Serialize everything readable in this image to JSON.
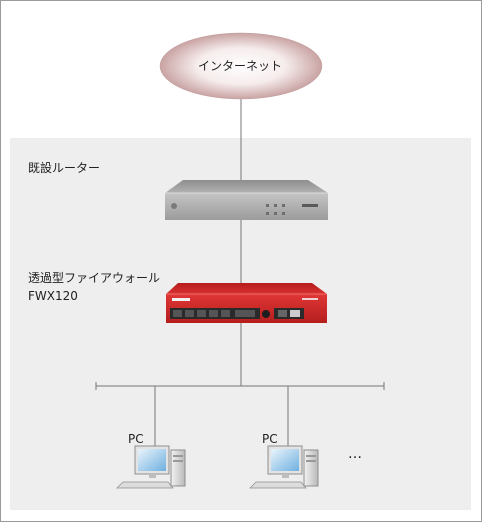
{
  "internet": {
    "label": "インターネット"
  },
  "existing_router": {
    "label": "既設ルーター"
  },
  "firewall": {
    "label": "透過型ファイアウォール",
    "model": "FWX120"
  },
  "pcs": [
    {
      "label": "PC"
    },
    {
      "label": "PC"
    }
  ],
  "more": "…",
  "colors": {
    "zone_background": "#eeeeee",
    "firewall_body": "#d42a2a",
    "router_body": "#9e9e9e",
    "cloud_center": "#ffffff",
    "cloud_edge": "#c9a0a0",
    "line": "#777777"
  }
}
